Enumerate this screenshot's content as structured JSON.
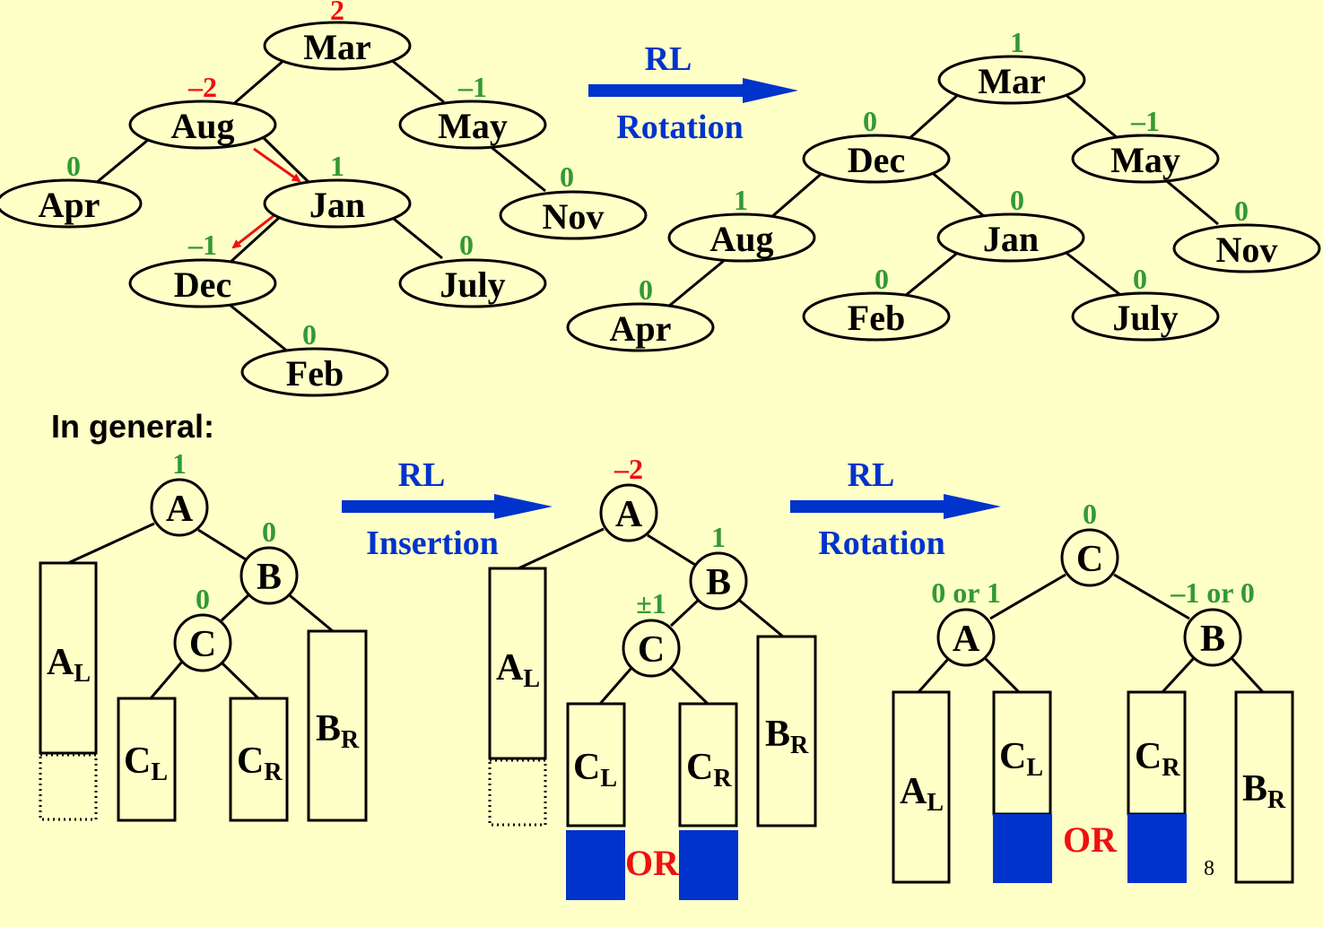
{
  "top_left_tree": {
    "nodes": {
      "mar": {
        "label": "Mar",
        "bf": "2"
      },
      "aug": {
        "label": "Aug",
        "bf": "–2"
      },
      "may": {
        "label": "May",
        "bf": "–1"
      },
      "apr": {
        "label": "Apr",
        "bf": "0"
      },
      "jan": {
        "label": "Jan",
        "bf": "1"
      },
      "nov": {
        "label": "Nov",
        "bf": "0"
      },
      "dec": {
        "label": "Dec",
        "bf": "–1"
      },
      "july": {
        "label": "July",
        "bf": "0"
      },
      "feb": {
        "label": "Feb",
        "bf": "0"
      }
    }
  },
  "top_arrow": {
    "label_top": "RL",
    "label_bottom": "Rotation"
  },
  "top_right_tree": {
    "nodes": {
      "mar": {
        "label": "Mar",
        "bf": "1"
      },
      "dec": {
        "label": "Dec",
        "bf": "0"
      },
      "may": {
        "label": "May",
        "bf": "–1"
      },
      "aug": {
        "label": "Aug",
        "bf": "1"
      },
      "jan": {
        "label": "Jan",
        "bf": "0"
      },
      "nov": {
        "label": "Nov",
        "bf": "0"
      },
      "apr": {
        "label": "Apr",
        "bf": "0"
      },
      "feb": {
        "label": "Feb",
        "bf": "0"
      },
      "july": {
        "label": "July",
        "bf": "0"
      }
    }
  },
  "general_label": "In general:",
  "general_before": {
    "nodes": {
      "a": {
        "label": "A",
        "bf": "1"
      },
      "b": {
        "label": "B",
        "bf": "0"
      },
      "c": {
        "label": "C",
        "bf": "0"
      }
    },
    "subtrees": {
      "al": {
        "main": "A",
        "sub": "L"
      },
      "cl": {
        "main": "C",
        "sub": "L"
      },
      "cr": {
        "main": "C",
        "sub": "R"
      },
      "br": {
        "main": "B",
        "sub": "R"
      }
    }
  },
  "insert_arrow": {
    "label_top": "RL",
    "label_bottom": "Insertion"
  },
  "general_after_insert": {
    "nodes": {
      "a": {
        "label": "A",
        "bf": "–2"
      },
      "b": {
        "label": "B",
        "bf": "1"
      },
      "c": {
        "label": "C",
        "bf": "±1"
      }
    },
    "subtrees": {
      "al": {
        "main": "A",
        "sub": "L"
      },
      "cl": {
        "main": "C",
        "sub": "L"
      },
      "cr": {
        "main": "C",
        "sub": "R"
      },
      "br": {
        "main": "B",
        "sub": "R"
      }
    },
    "or_label": "OR"
  },
  "rotate_arrow": {
    "label_top": "RL",
    "label_bottom": "Rotation"
  },
  "general_after_rotation": {
    "nodes": {
      "c": {
        "label": "C",
        "bf": "0"
      },
      "a": {
        "label": "A",
        "bf": "0 or 1"
      },
      "b": {
        "label": "B",
        "bf": "–1 or 0"
      }
    },
    "subtrees": {
      "al": {
        "main": "A",
        "sub": "L"
      },
      "cl": {
        "main": "C",
        "sub": "L"
      },
      "cr": {
        "main": "C",
        "sub": "R"
      },
      "br": {
        "main": "B",
        "sub": "R"
      }
    },
    "or_label": "OR"
  },
  "page_number": "8",
  "colors": {
    "background": "#ffffc8",
    "balance_ok": "#339933",
    "balance_bad": "#ee1111",
    "arrow": "#0033cc",
    "highlight": "#ee1111"
  }
}
